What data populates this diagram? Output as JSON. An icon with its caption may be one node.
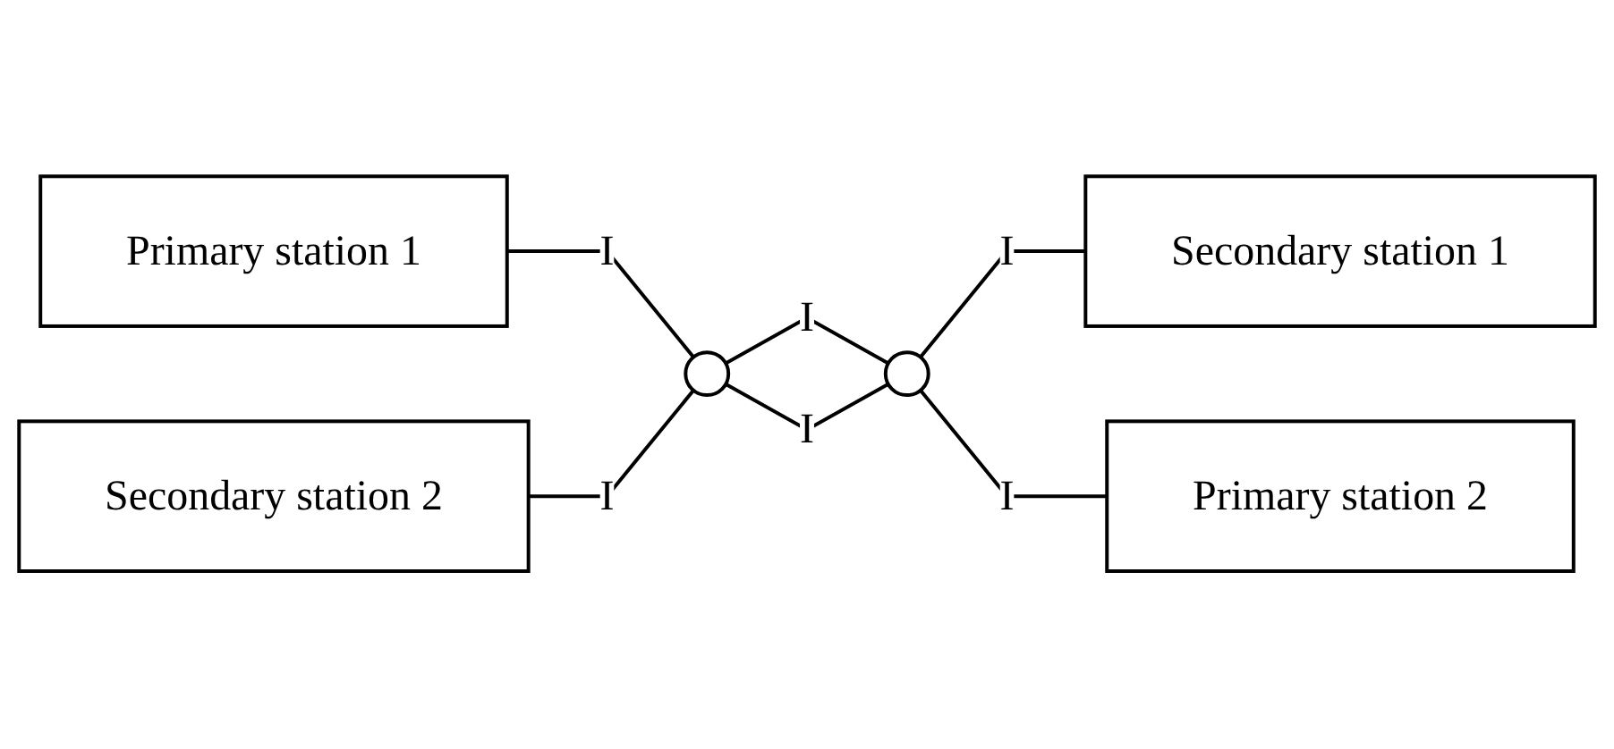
{
  "diagram": {
    "nodes": [
      {
        "text": [
          "Primary station 1"
        ]
      },
      {
        "text": [
          "Secondary station 1"
        ]
      },
      {
        "text": [],
        "shape": "circle"
      },
      {
        "text": [],
        "shape": "circle"
      },
      {
        "text": [
          "Secondary station 2"
        ]
      },
      {
        "text": [
          "Primary station 2"
        ]
      }
    ],
    "edges": [
      {
        "from": 0,
        "to": 2,
        "arrow": "none",
        "label": "I"
      },
      {
        "from": 2,
        "to": 3,
        "arrow": "none",
        "label": "I"
      },
      {
        "from": 3,
        "to": 2,
        "arrow": "none",
        "label": "I"
      },
      {
        "from": 2,
        "to": 4,
        "arrow": "none",
        "label": "I"
      },
      {
        "from": 3,
        "to": 1,
        "arrow": "none",
        "label": "I"
      },
      {
        "from": 5,
        "to": 3,
        "arrow": "none",
        "label": "I"
      }
    ]
  }
}
